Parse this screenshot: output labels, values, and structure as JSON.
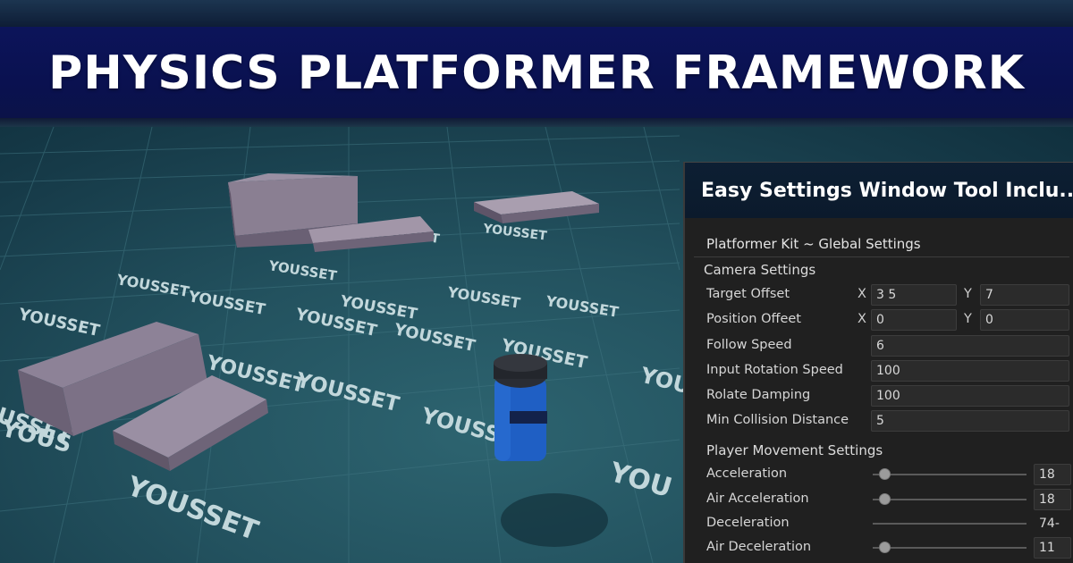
{
  "banner": {
    "title": "PHYSICS PLATFORMER FRAMEWORK"
  },
  "scene": {
    "watermark_text": "YOUSSET",
    "watermark_partial": "YOU",
    "watermark_partial2": "YOUS"
  },
  "panel": {
    "header": "Easy Settings Window Tool Inclu...",
    "kit_title": "Platformer Kit ~ Glebal Settings",
    "camera_section": "Camera Settings",
    "target_offset": {
      "label": "Target Offset",
      "x_axis": "X",
      "x": "3 5",
      "y_axis": "Y",
      "y": "7"
    },
    "position_offset": {
      "label": "Position Offeet",
      "x_axis": "X",
      "x": "0",
      "y_axis": "Y",
      "y": "0"
    },
    "follow_speed": {
      "label": "Follow Speed",
      "value": "6"
    },
    "input_rotation_speed": {
      "label": "Input Rotation Speed",
      "value": "100"
    },
    "rotate_damping": {
      "label": "Rolate Damping",
      "value": "100"
    },
    "min_collision_distance": {
      "label": "Min Collision Distance",
      "value": "5"
    },
    "movement_section": "Player Movement Settings",
    "sliders": [
      {
        "label": "Acceleration",
        "value": "18",
        "fraction": 0.08
      },
      {
        "label": "Air Acceleration",
        "value": "18",
        "fraction": 0.08
      },
      {
        "label": "Deceleration",
        "value": "74-",
        "fraction": null
      },
      {
        "label": "Air Deceleration",
        "value": "11",
        "fraction": 0.08
      }
    ]
  },
  "colors": {
    "banner_bg": "#0b1250",
    "floor": "#23525f",
    "block": "#6e6478",
    "player_body": "#1f5fc4",
    "panel_bg": "#202020"
  }
}
